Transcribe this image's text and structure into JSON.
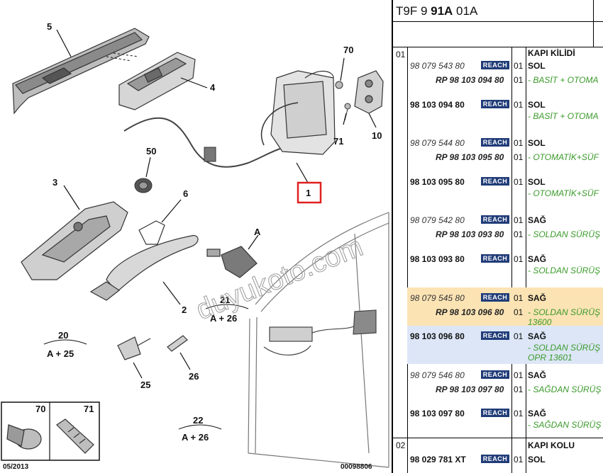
{
  "diagram": {
    "callouts": {
      "c70": "70",
      "c5": "5",
      "c4": "4",
      "c71": "71",
      "c10": "10",
      "c50": "50",
      "c1": "1",
      "c3": "3",
      "c6": "6",
      "cA": "A",
      "c2": "2",
      "c21": "21",
      "c21sub": "A + 26",
      "c20": "20",
      "c20sub": "A + 25",
      "c25": "25",
      "c26": "26",
      "c22": "22",
      "c22sub": "A + 26"
    },
    "inset_labels": {
      "l70": "70",
      "l71": "71"
    },
    "date": "05/2013",
    "drawing_ref": "00098806",
    "watermark": "duyukoto.com"
  },
  "panel": {
    "code_prefix": "T9F 9 ",
    "code_bold": "91A",
    "code_suffix": " 01A",
    "reach_label": "REACH",
    "groups": [
      {
        "id": "01",
        "title": "KAPI KİLİDİ"
      },
      {
        "id": "02",
        "title": "KAPI KOLU"
      }
    ],
    "rows": [
      {
        "pn": "98 079 543 80",
        "rp": "RP 98 103 094 80",
        "qty1": "01",
        "qty2": "01",
        "side": "SOL",
        "desc": "- BASİT + OTOMA",
        "style": "italic",
        "bg": "none"
      },
      {
        "pn": "98 103 094 80",
        "qty1": "01",
        "side": "SOL",
        "desc": "- BASİT + OTOMA",
        "style": "bold",
        "bg": "none"
      },
      {
        "pn": "98 079 544 80",
        "rp": "RP 98 103 095 80",
        "qty1": "01",
        "qty2": "01",
        "side": "SOL",
        "desc": "- OTOMATİK+SÜF",
        "style": "italic",
        "bg": "none"
      },
      {
        "pn": "98 103 095 80",
        "qty1": "01",
        "side": "SOL",
        "desc": "- OTOMATİK+SÜF",
        "style": "bold",
        "bg": "none"
      },
      {
        "pn": "98 079 542 80",
        "rp": "RP 98 103 093 80",
        "qty1": "01",
        "qty2": "01",
        "side": "SAĞ",
        "desc": "- SOLDAN SÜRÜŞ",
        "style": "italic",
        "bg": "none"
      },
      {
        "pn": "98 103 093 80",
        "qty1": "01",
        "side": "SAĞ",
        "desc": "- SOLDAN SÜRÜŞ",
        "style": "bold",
        "bg": "none"
      },
      {
        "pn": "98 079 545 80",
        "rp": "RP 98 103 096 80",
        "qty1": "01",
        "qty2": "01",
        "side": "SAĞ",
        "desc": "- SOLDAN SÜRÜŞ",
        "desc2": "13600",
        "style": "italic",
        "bg": "orange"
      },
      {
        "pn": "98 103 096 80",
        "qty1": "01",
        "side": "SAĞ",
        "desc": "- SOLDAN SÜRÜŞ",
        "desc2": "OPR 13601",
        "style": "bold",
        "bg": "blue"
      },
      {
        "pn": "98 079 546 80",
        "rp": "RP 98 103 097 80",
        "qty1": "01",
        "qty2": "01",
        "side": "SAĞ",
        "desc": "- SAĞDAN SÜRÜŞ",
        "style": "italic",
        "bg": "none"
      },
      {
        "pn": "98 103 097 80",
        "qty1": "01",
        "side": "SAĞ",
        "desc": "- SAĞDAN SÜRÜŞ",
        "style": "bold",
        "bg": "none"
      },
      {
        "pn": "98 029 781 XT",
        "qty1": "01",
        "side": "SOL",
        "desc": "",
        "style": "bold",
        "bg": "none"
      }
    ],
    "colors": {
      "orange": "#fbe3b4",
      "blue": "#dce6f7",
      "green_text": "#3a9a2a",
      "reach_bg": "#203c78",
      "highlight_box": "#e02020"
    }
  }
}
